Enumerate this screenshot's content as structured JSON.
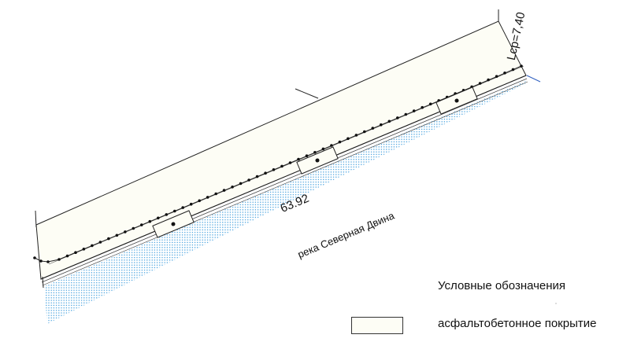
{
  "drawing": {
    "length_label": "Lср=7,40",
    "dimension_label": "63.92",
    "river_label": "река Северная Двина",
    "colors": {
      "pavement_fill": "#fdfdf5",
      "water_dots": "#4aa3df",
      "line": "#222222",
      "marker_line": "#3060c0"
    }
  },
  "legend": {
    "title": "Условные обозначения",
    "items": [
      {
        "label": "асфальтобетонное покрытие",
        "color": "#fdfdf5"
      }
    ]
  }
}
